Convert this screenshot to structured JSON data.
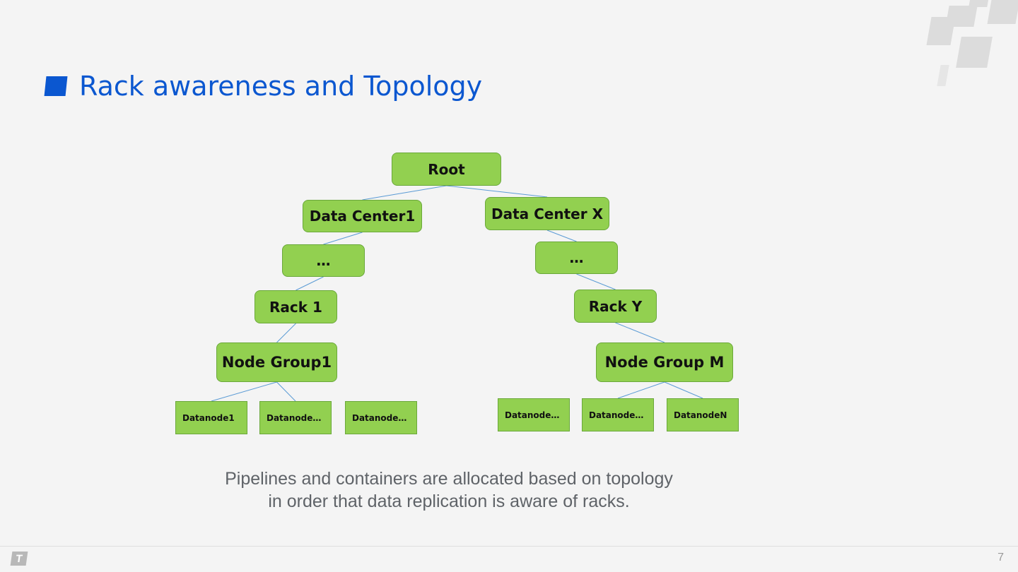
{
  "slide": {
    "title": "Rack awareness and Topology",
    "caption_line1": "Pipelines and containers are allocated based on topology",
    "caption_line2": "in order that data replication is aware of racks.",
    "page_number": "7",
    "footer_logo_glyph": "T"
  },
  "colors": {
    "title_blue": "#0b57d0",
    "node_green": "#92d050",
    "link_blue": "#5b9bd5"
  },
  "diagram": {
    "nodes": {
      "root": "Root",
      "dc1": "Data Center1",
      "dcx": "Data Center X",
      "dots_left": "…",
      "dots_right": "…",
      "rack1": "Rack 1",
      "racky": "Rack Y",
      "ng1": "Node Group1",
      "ngm": "Node Group M",
      "dn1": "Datanode1",
      "dn2": "Datanode…",
      "dn3": "Datanode…",
      "dn4": "Datanode…",
      "dn5": "Datanode…",
      "dn6": "DatanodeN"
    },
    "edges": [
      [
        "root",
        "dc1"
      ],
      [
        "root",
        "dcx"
      ],
      [
        "dc1",
        "dots_left"
      ],
      [
        "dcx",
        "dots_right"
      ],
      [
        "dots_left",
        "rack1"
      ],
      [
        "dots_right",
        "racky"
      ],
      [
        "rack1",
        "ng1"
      ],
      [
        "racky",
        "ngm"
      ],
      [
        "ng1",
        "dn1"
      ],
      [
        "ng1",
        "dn2"
      ],
      [
        "ngm",
        "dn5"
      ],
      [
        "ngm",
        "dn6"
      ]
    ]
  }
}
